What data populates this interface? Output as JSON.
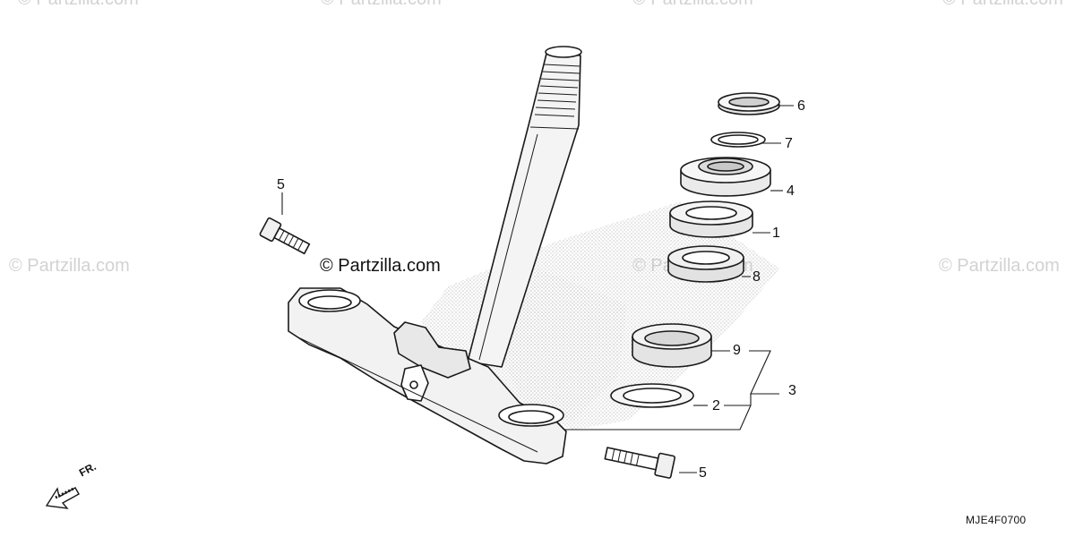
{
  "watermarks": {
    "brand": "© Partzilla.com"
  },
  "callouts": {
    "c1": "1",
    "c2": "2",
    "c3": "3",
    "c4": "4",
    "c5_top": "5",
    "c5_bottom": "5",
    "c6": "6",
    "c7": "7",
    "c8": "8",
    "c9": "9"
  },
  "direction": {
    "label": "FR."
  },
  "diagram_code": "MJE4F0700",
  "colors": {
    "line": "#1a1a1a",
    "watermark": "#d2d2d2",
    "stipple": "#bdbdbd",
    "background": "#ffffff"
  }
}
